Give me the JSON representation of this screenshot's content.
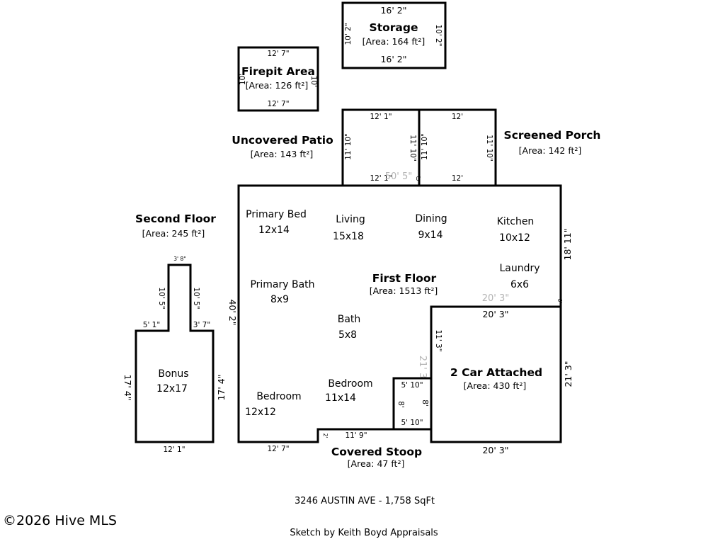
{
  "storage": {
    "name": "Storage",
    "area": "[Area: 164 ft²]",
    "dim_top": "16' 2\"",
    "dim_bottom": "16' 2\"",
    "dim_left": "10' 2\"",
    "dim_right": "10' 2\""
  },
  "firepit": {
    "name": "Firepit Area",
    "area": "[Area: 126 ft²]",
    "dim_top": "12' 7\"",
    "dim_bottom": "12' 7\"",
    "dim_left": "10'",
    "dim_right": "10'"
  },
  "patio": {
    "name": "Uncovered Patio",
    "area": "[Area: 143 ft²]",
    "dim_top": "12' 1\"",
    "dim_bottom": "12' 1\"",
    "dim_left": "11' 10\"",
    "dim_right": "11' 10\""
  },
  "porch": {
    "name": "Screened Porch",
    "area": "[Area: 142 ft²]",
    "dim_top": "12'",
    "dim_bottom": "12'",
    "dim_left": "11' 10\"",
    "dim_right": "11' 10\""
  },
  "second_floor": {
    "name": "Second Floor",
    "area": "[Area: 245 ft²]",
    "dim_top_tiny": "3' 8\"",
    "dim_step_left_v": "10' 5\"",
    "dim_step_right_v": "10' 5\"",
    "dim_ledge_left": "5' 1\"",
    "dim_ledge_right": "3' 7\"",
    "dim_left": "17' 4\"",
    "dim_right": "17' 4\"",
    "dim_bottom": "12' 1\"",
    "bonus_label": "Bonus",
    "bonus_size": "12x17"
  },
  "first_floor": {
    "name": "First Floor",
    "area": "[Area: 1513 ft²]",
    "dim_top": "50' 5\"",
    "dim_left": "40' 2\"",
    "dim_right_upper": "18' 11\"",
    "dim_bottom_left": "12' 7\"",
    "dim_notch_bottom": "11' 9\"",
    "dim_inner_h": "20' 3\"",
    "dim_inner_v": "21' 3\"",
    "dim_tiny_z": "2'",
    "dim_tiny_c": "0'",
    "dim_tiny_c2": "0'",
    "dim_tiny_c3": "0'"
  },
  "rooms": [
    {
      "label": "Primary Bed",
      "size": "12x14"
    },
    {
      "label": "Living",
      "size": "15x18"
    },
    {
      "label": "Dining",
      "size": "9x14"
    },
    {
      "label": "Kitchen",
      "size": "10x12"
    },
    {
      "label": "Laundry",
      "size": "6x6"
    },
    {
      "label": "Primary Bath",
      "size": "8x9"
    },
    {
      "label": "Bath",
      "size": "5x8"
    },
    {
      "label": "Bedroom",
      "size": "11x14"
    },
    {
      "label": "Bedroom",
      "size": "12x12"
    }
  ],
  "garage": {
    "name": "2 Car Attached",
    "area": "[Area: 430 ft²]",
    "dim_top": "20' 3\"",
    "dim_bottom": "20' 3\"",
    "dim_right": "21' 3\"",
    "dim_left": "11' 3\""
  },
  "stoop": {
    "name": "Covered Stoop",
    "area": "[Area: 47 ft²]",
    "dim_top": "5' 10\"",
    "dim_bottom": "5' 10\"",
    "dim_left": "8'",
    "dim_right": "8'"
  },
  "footer": {
    "address": "3246 AUSTIN AVE - 1,758 SqFt",
    "credit": "Sketch by Keith Boyd Appraisals",
    "watermark": "©2026 Hive MLS"
  }
}
